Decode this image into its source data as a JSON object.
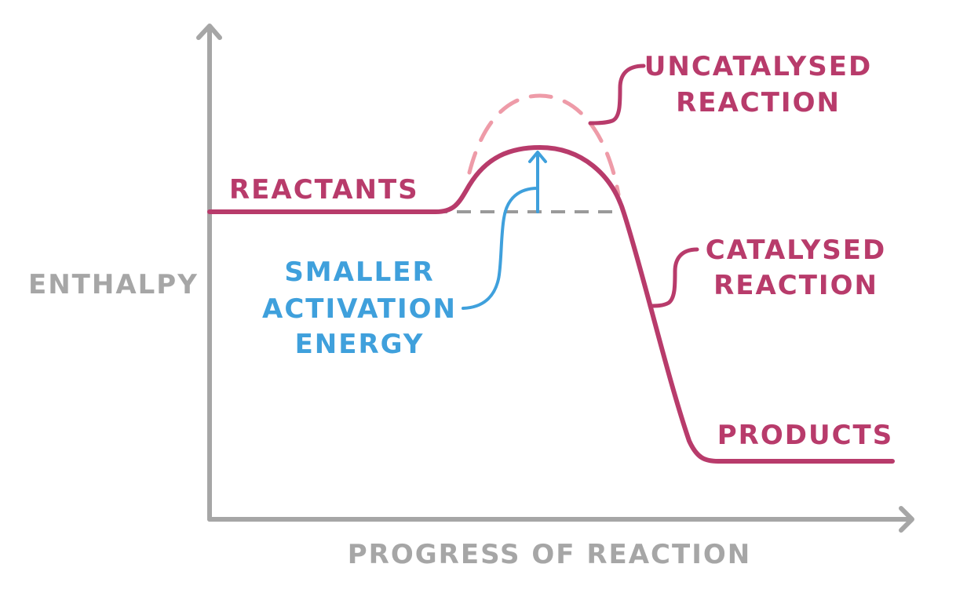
{
  "labels": {
    "y_axis": "ENTHALPY",
    "x_axis": "PROGRESS OF REACTION",
    "reactants": "REACTANTS",
    "products": "PRODUCTS",
    "uncatalysed": [
      "UNCATALYSED",
      "REACTION"
    ],
    "catalysed": [
      "CATALYSED",
      "REACTION"
    ],
    "activation": [
      "SMALLER",
      "ACTIVATION",
      "ENERGY"
    ]
  },
  "colors": {
    "axis": "#a6a6a6",
    "catalysed": "#b83b6b",
    "uncatalysed": "#ee9ba8",
    "activation": "#3fa0dc",
    "baseline": "#9a9a9a"
  }
}
